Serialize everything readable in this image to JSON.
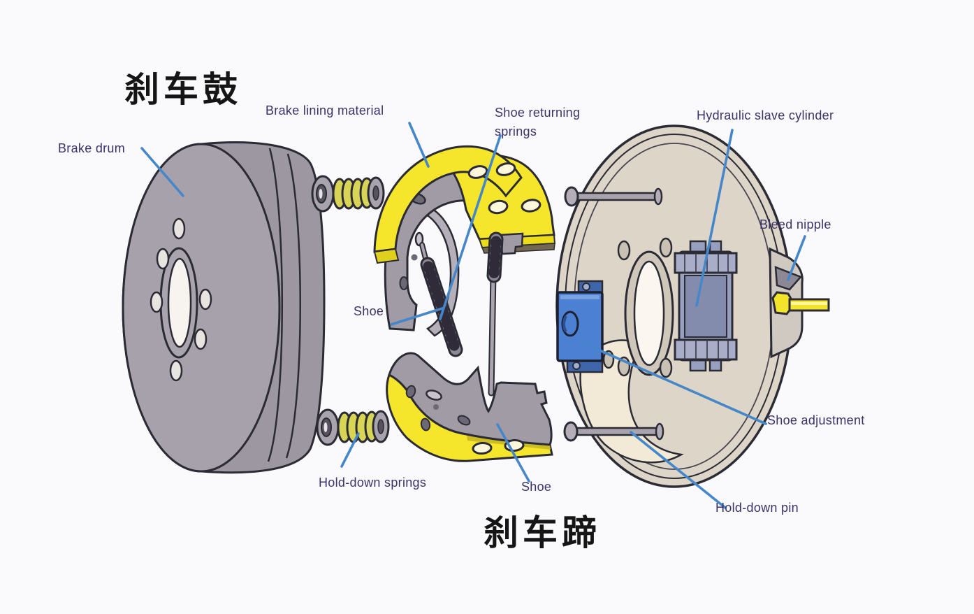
{
  "figure": {
    "type": "exploded-diagram",
    "subject": "drum brake assembly",
    "titles": {
      "top_left": "刹车鼓",
      "bottom_center": "刹车蹄"
    },
    "labels": {
      "brake_drum": "Brake drum",
      "brake_lining_material": "Brake lining material",
      "shoe_returning_springs": "Shoe returning\nsprings",
      "shoe_upper": "Shoe",
      "hold_down_springs": "Hold-down springs",
      "shoe_lower": "Shoe",
      "hydraulic_slave_cylinder": "Hydraulic slave cylinder",
      "bleed_nipple": "Bleed nipple",
      "shoe_adjustment": "Shoe adjustment",
      "hold_down_pin": "Hold-down pin"
    },
    "colors": {
      "background": "#fafafc",
      "label_text": "#3b3269",
      "title_text": "#151515",
      "leader_line": "#4687c9",
      "drum_gray": "#9d97a1",
      "lining_yellow": "#f5e62c",
      "backing_plate_beige": "#ddd5c7",
      "adjuster_blue": "#4b80d2",
      "cylinder_slate": "#98a0bf",
      "spring_yellow_green": "#d8d455",
      "pipe_yellow": "#f2e42a",
      "outline": "#2b2b35"
    }
  }
}
